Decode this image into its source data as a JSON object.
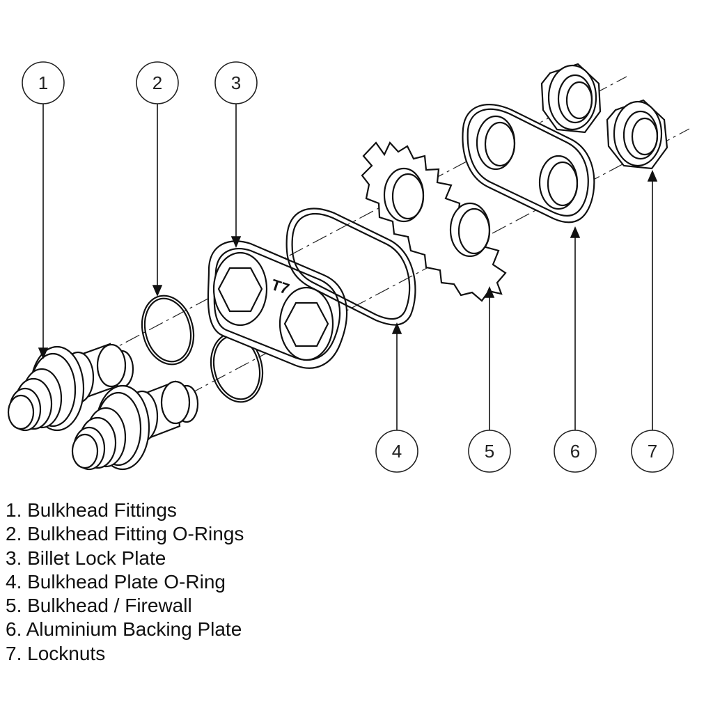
{
  "diagram": {
    "callouts": [
      {
        "number": "1",
        "part": "bulkhead-fittings"
      },
      {
        "number": "2",
        "part": "bulkhead-fitting-o-rings"
      },
      {
        "number": "3",
        "part": "billet-lock-plate"
      },
      {
        "number": "4",
        "part": "bulkhead-plate-o-ring"
      },
      {
        "number": "5",
        "part": "bulkhead-firewall"
      },
      {
        "number": "6",
        "part": "aluminium-backing-plate"
      },
      {
        "number": "7",
        "part": "locknuts"
      }
    ],
    "lock_plate_logo": "T7"
  },
  "legend": [
    "1. Bulkhead Fittings",
    "2. Bulkhead Fitting O-Rings",
    "3. Billet Lock Plate",
    "4. Bulkhead Plate O-Ring",
    "5. Bulkhead / Firewall",
    "6. Aluminium Backing Plate",
    "7. Locknuts"
  ]
}
